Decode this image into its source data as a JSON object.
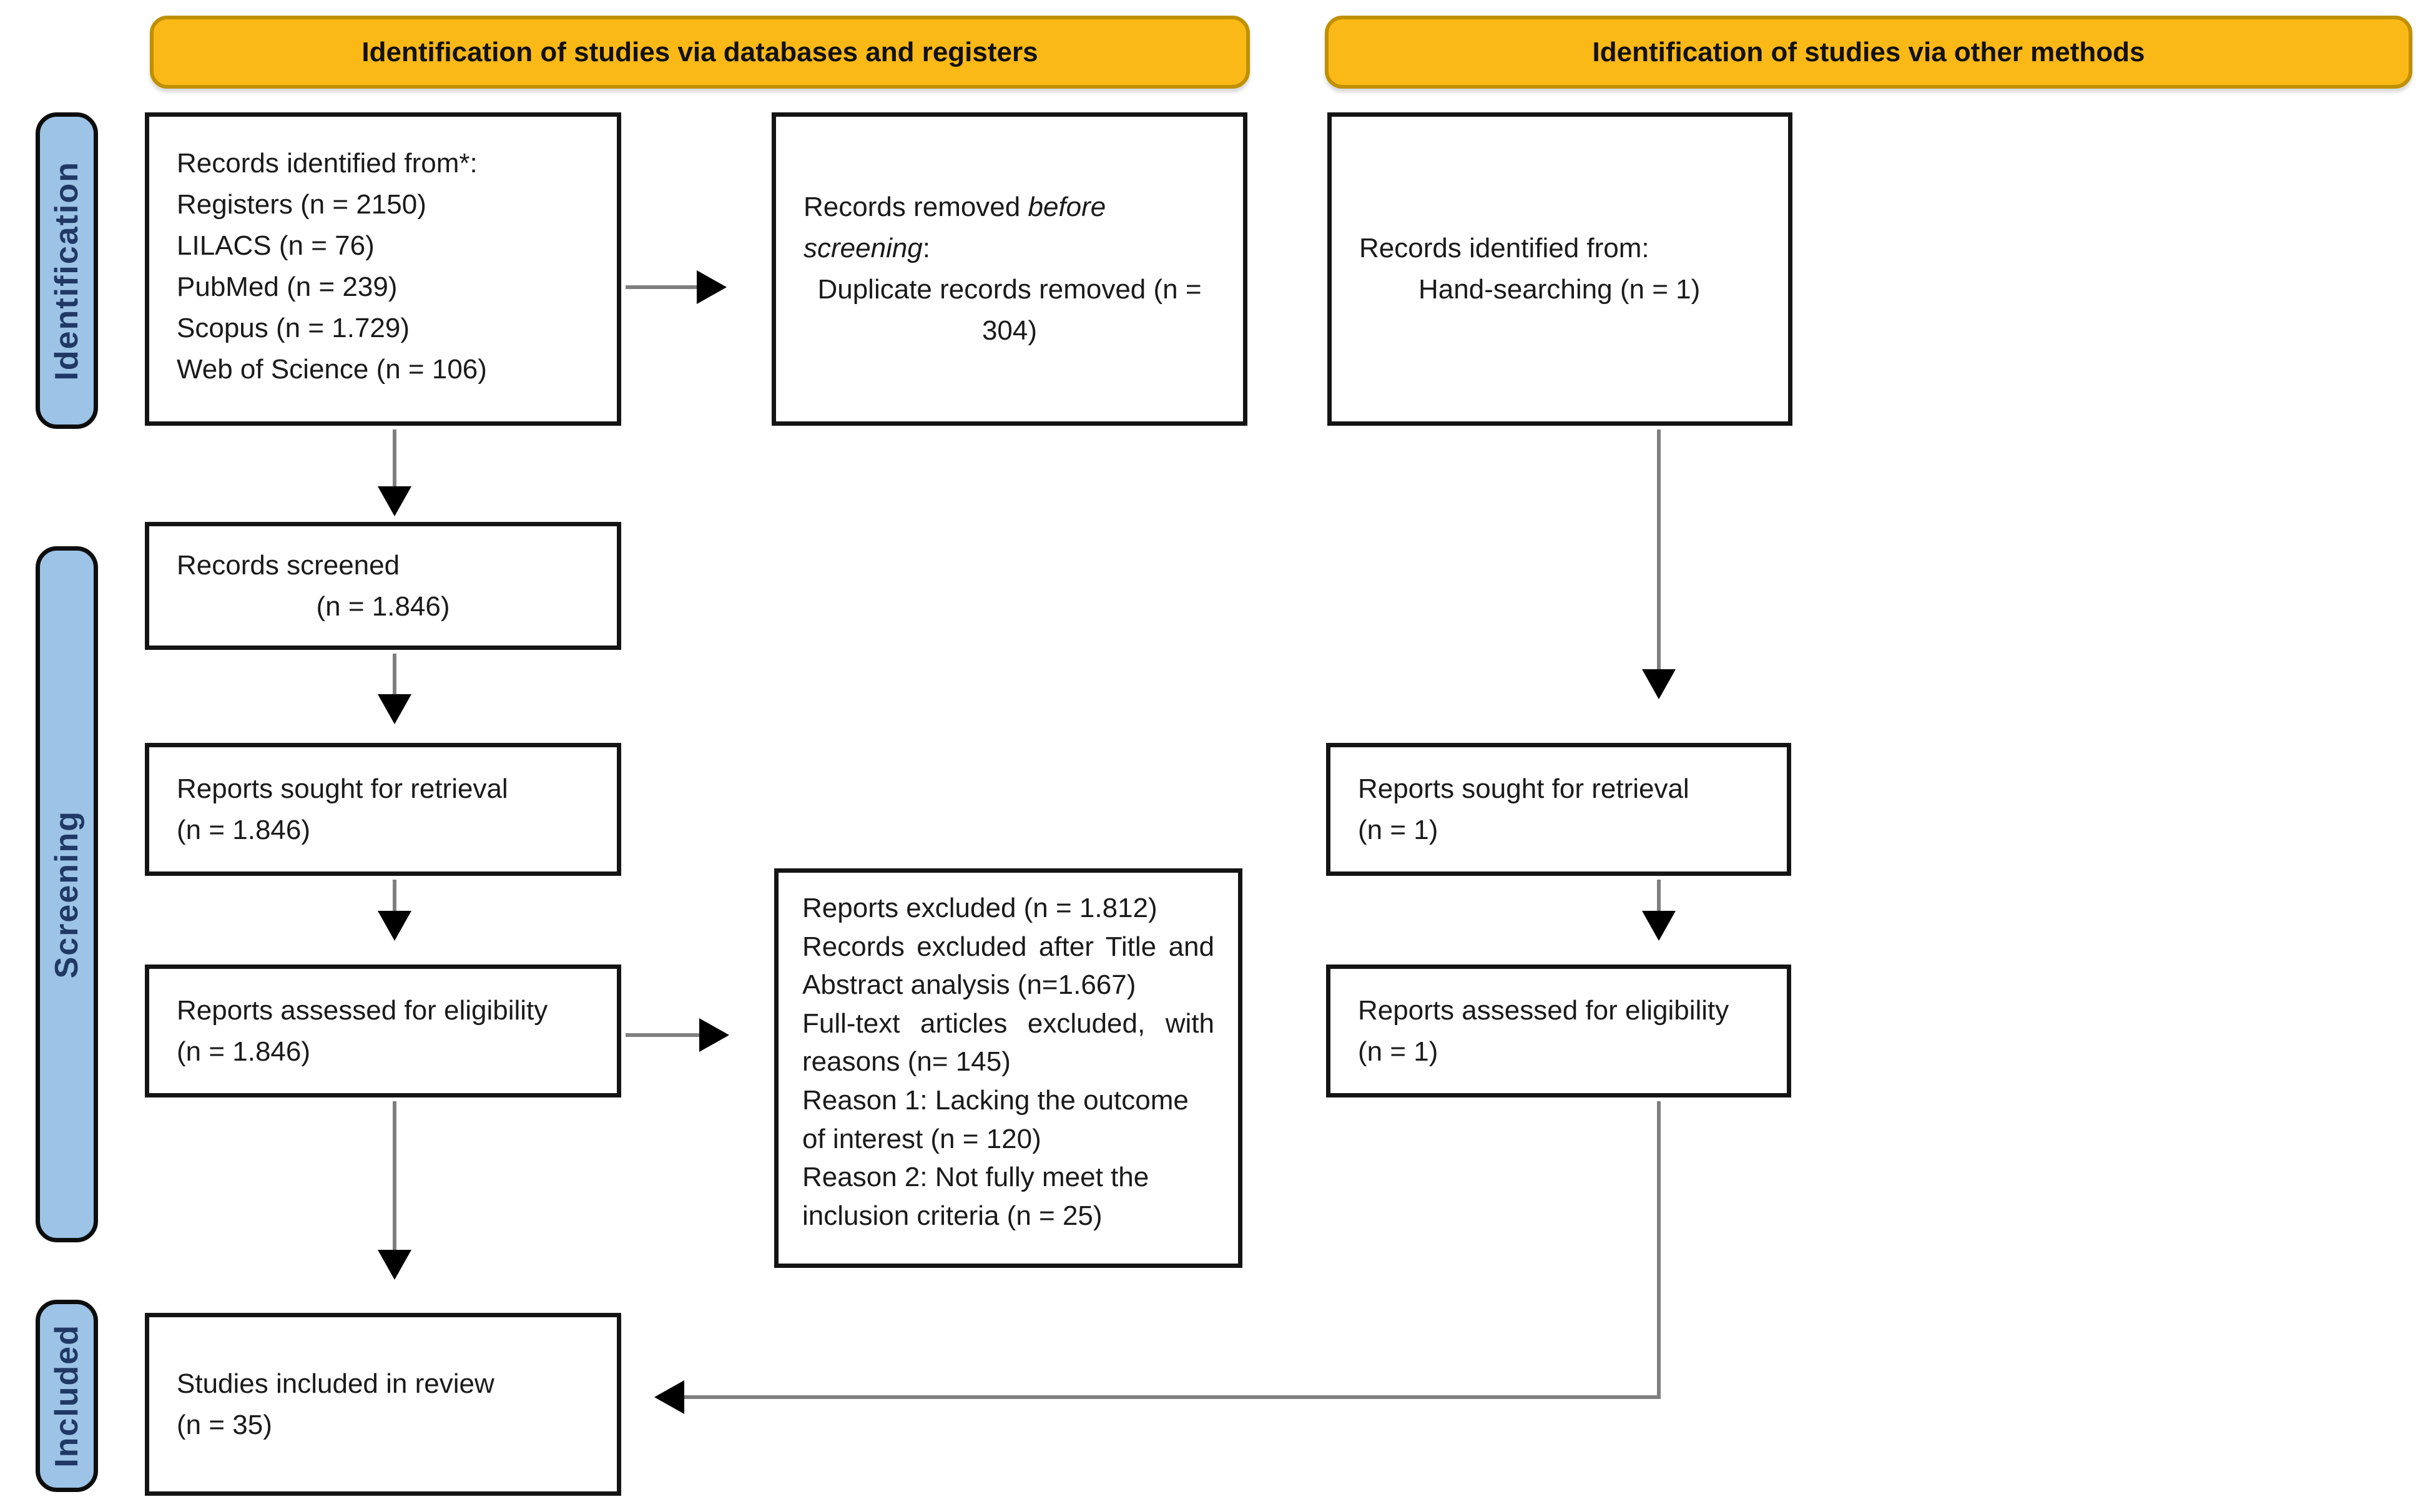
{
  "banners": {
    "left": "Identification of studies via databases and registers",
    "right": "Identification of studies via other methods"
  },
  "stage_labels": {
    "identification": "Identification",
    "screening": "Screening",
    "included": "Included"
  },
  "boxes": {
    "identified_databases": {
      "lines": [
        "Records identified from*:",
        "Registers (n = 2150)",
        "LILACS (n = 76)",
        "PubMed (n = 239)",
        "Scopus (n = 1.729)",
        "Web of Science (n = 106)"
      ]
    },
    "records_removed": {
      "intro_pre": "Records removed ",
      "intro_italic": "before screening",
      "intro_post": ":",
      "detail": "Duplicate records removed  (n =\n304)"
    },
    "identified_other": {
      "line1": "Records identified from:",
      "line2": "Hand-searching (n = 1)"
    },
    "records_screened": {
      "line1": "Records screened",
      "line2": "(n = 1.846)"
    },
    "reports_sought_db": {
      "line1": "Reports sought for retrieval",
      "line2": "(n = 1.846)"
    },
    "reports_assessed_db": {
      "line1": "Reports assessed for eligibility",
      "line2": "(n = 1.846)"
    },
    "reports_excluded": {
      "lines": [
        "Reports excluded (n = 1.812)",
        "Records excluded after Title and Abstract analysis (n=1.667)",
        "Full-text articles excluded, with reasons (n= 145)",
        "Reason 1: Lacking the outcome of interest (n = 120)",
        "Reason 2: Not fully meet the inclusion criteria (n = 25)"
      ]
    },
    "reports_sought_other": {
      "line1": "Reports sought for retrieval",
      "line2": "(n = 1)"
    },
    "reports_assessed_other": {
      "line1": "Reports assessed for eligibility",
      "line2": "(n = 1)"
    },
    "studies_included": {
      "line1": "Studies included in review",
      "line2": "(n = 35)"
    }
  },
  "colors": {
    "banner_bg": "#FBB917",
    "banner_border": "#BF9000",
    "label_bg": "#9DC3E6",
    "label_text": "#1F3864",
    "box_border": "#141414",
    "arrow_shaft": "#7F7F7F",
    "arrow_head": "#000000"
  }
}
